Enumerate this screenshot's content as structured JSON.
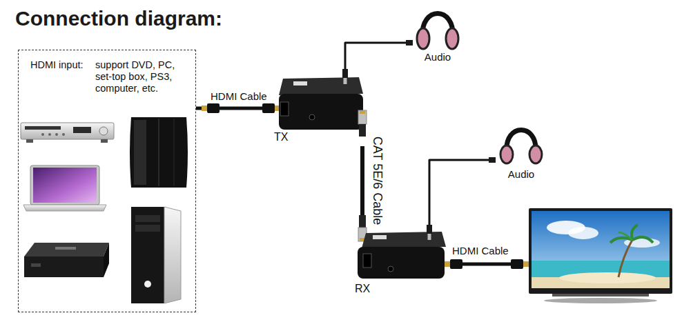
{
  "diagram": {
    "title": "Connection diagram:",
    "nodes": [
      {
        "text": [
          "HDMI input:",
          "support DVD, PC, set-top box, PS3, computer, etc."
        ]
      },
      {
        "text": [
          "TX"
        ]
      },
      {
        "text": [
          "Audio"
        ]
      },
      {
        "text": [
          "RX"
        ]
      },
      {
        "text": [
          "Audio"
        ]
      }
    ],
    "edges": [
      {
        "from": 0,
        "to": 1,
        "label": "HDMI Cable",
        "arrow": "none"
      },
      {
        "from": 1,
        "to": 2,
        "arrow": "none"
      },
      {
        "from": 1,
        "to": 3,
        "label": "CAT 5E/6 Cable",
        "arrow": "none"
      },
      {
        "from": 3,
        "to": 4,
        "arrow": "none"
      }
    ],
    "labels": [
      "HDMI Cable"
    ]
  }
}
